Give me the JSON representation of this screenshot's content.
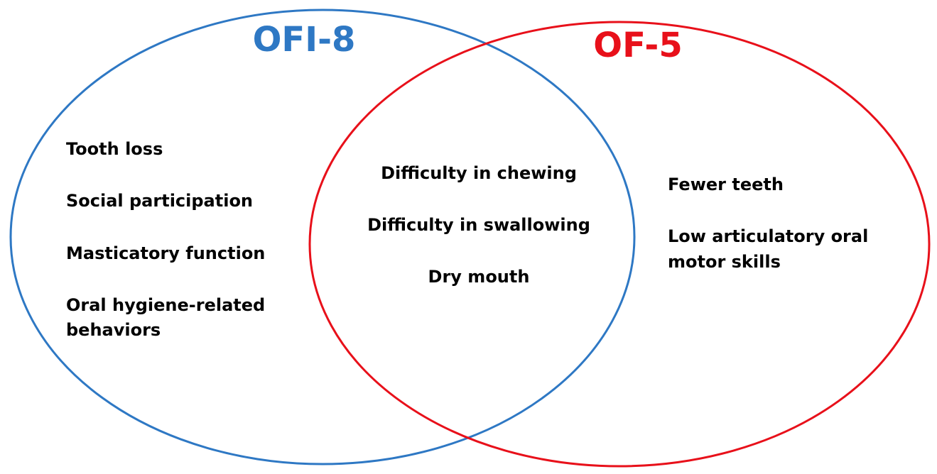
{
  "venn": {
    "left_set": {
      "title": "OFI-8",
      "color": "#2e78c4",
      "items": [
        "Tooth loss",
        "Social participation",
        "Masticatory function",
        "Oral hygiene-related",
        "behaviors"
      ]
    },
    "right_set": {
      "title": "OF-5",
      "color": "#e8101a",
      "items": [
        "Fewer teeth",
        "Low articulatory oral",
        "motor skills"
      ]
    },
    "overlap": {
      "items": [
        "Difficulty in chewing",
        "Difficulty in swallowing",
        "Dry mouth"
      ]
    }
  }
}
